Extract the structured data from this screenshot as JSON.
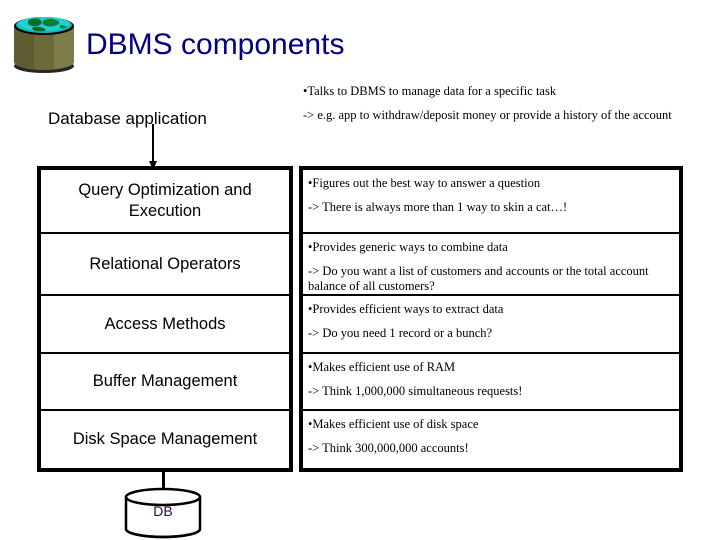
{
  "slide": {
    "title": "DBMS components",
    "title_color": "#000080",
    "background": "#ffffff",
    "icon_name": "database-globe-icon"
  },
  "top_notes": {
    "bullet": "•Talks to DBMS to manage data for a specific task",
    "arrow": "-> e.g. app to withdraw/deposit money or provide a history of the account"
  },
  "db_app": {
    "label": "Database application"
  },
  "components": [
    {
      "label": "Query Optimization and Execution"
    },
    {
      "label": "Relational Operators"
    },
    {
      "label": "Access Methods"
    },
    {
      "label": "Buffer Management"
    },
    {
      "label": "Disk Space Management"
    }
  ],
  "details": [
    {
      "bullet": "•Figures out the best way to answer a question",
      "arrow": "-> There is always more than 1 way to skin a cat…!"
    },
    {
      "bullet": "•Provides generic ways to combine data",
      "arrow": "-> Do you want a list of customers and accounts or the total account balance of all customers?"
    },
    {
      "bullet": "•Provides efficient ways to extract data",
      "arrow": "-> Do you need 1 record or a bunch?"
    },
    {
      "bullet": "•Makes efficient use of RAM",
      "arrow": "-> Think 1,000,000 simultaneous requests!"
    },
    {
      "bullet": "•Makes efficient use of disk space",
      "arrow": "-> Think 300,000,000 accounts!"
    }
  ],
  "database": {
    "label": "DB",
    "label_color": "#2b0a52"
  }
}
